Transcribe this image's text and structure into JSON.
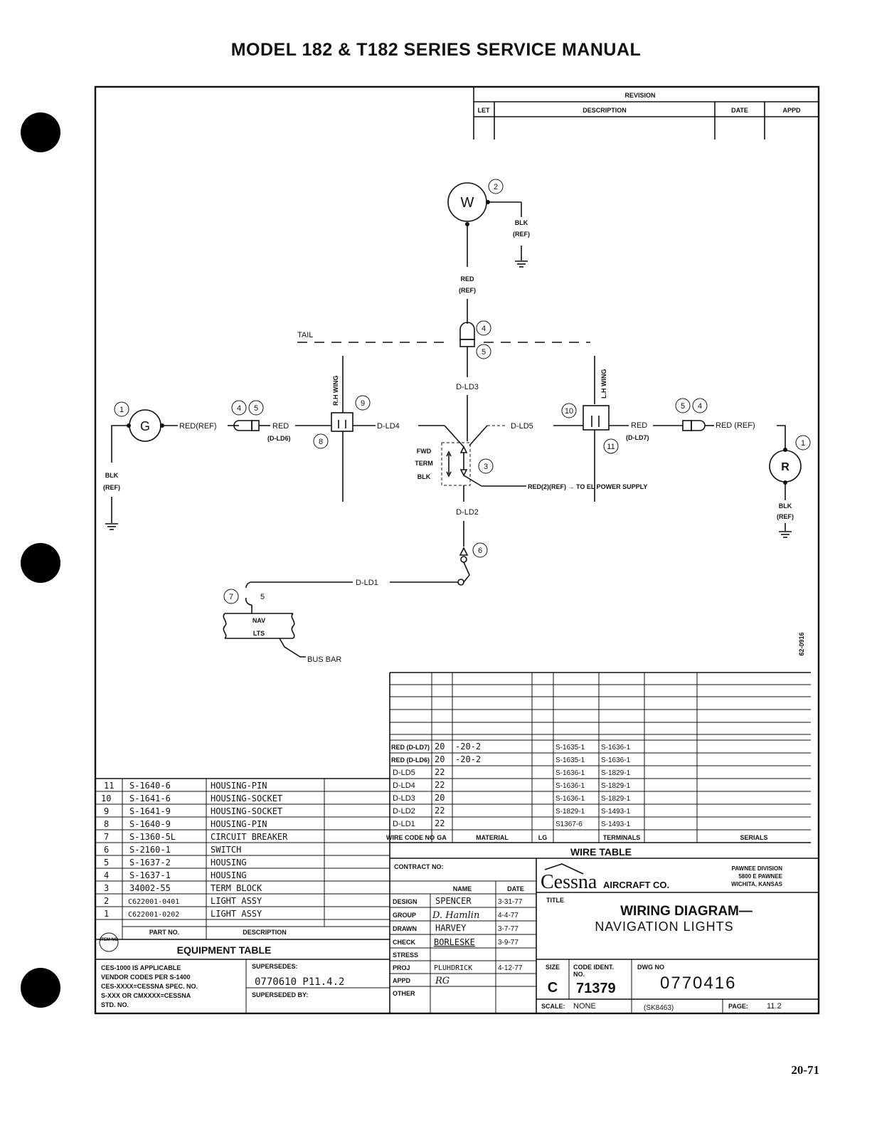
{
  "header": {
    "title": "MODEL 182 & T182 SERIES SERVICE MANUAL"
  },
  "footer": {
    "page_number": "20-71"
  },
  "revision_block": {
    "title": "REVISION",
    "columns": [
      "LET",
      "DESCRIPTION",
      "DATE",
      "APPD"
    ]
  },
  "diagram": {
    "components": {
      "white_light": "W",
      "green_light": "G",
      "red_light": "R",
      "item_numbers": [
        "2",
        "4",
        "5",
        "1",
        "4",
        "5",
        "8",
        "9",
        "10",
        "11",
        "5",
        "4",
        "1",
        "3",
        "6",
        "7"
      ]
    },
    "labels": {
      "tail": "TAIL",
      "rh_wing": "R.H WING",
      "lh_wing": "L.H WING",
      "blk_ref_w": "BLK",
      "blk_ref_w2": "(REF)",
      "red_ref_w": "RED",
      "red_ref_w2": "(REF)",
      "d_ld3": "D-LD3",
      "d_ld4": "D-LD4",
      "d_ld5": "D-LD5",
      "d_ld2": "D-LD2",
      "d_ld1": "D-LD1",
      "red_ref_g": "RED(REF)",
      "red_dld6": "RED",
      "red_dld6b": "(D-LD6)",
      "red_dld7": "RED",
      "red_dld7b": "(D-LD7)",
      "red_ref_r": "RED (REF)",
      "blk_ref_g": "BLK",
      "blk_ref_g2": "(REF)",
      "blk_ref_r": "BLK",
      "blk_ref_r2": "(REF)",
      "fwd": "FWD",
      "term": "TERM",
      "blk": "BLK",
      "el_power": "RED(2)(REF)  →  TO EL POWER SUPPLY",
      "cb_rating": "5",
      "nav": "NAV",
      "lts": "LTS",
      "bus_bar": "BUS BAR",
      "sheet_code": "62-0916"
    }
  },
  "wire_table": {
    "title": "WIRE TABLE",
    "columns": [
      "WIRE CODE NO",
      "GA",
      "MATERIAL",
      "LG",
      "TERMINALS",
      "SERIALS"
    ],
    "rows": [
      {
        "code": "RED (D-LD7)",
        "ga": "20",
        "material": "-20-2",
        "t1": "S-1635-1",
        "t2": "S-1636-1"
      },
      {
        "code": "RED (D-LD6)",
        "ga": "20",
        "material": "-20-2",
        "t1": "S-1635-1",
        "t2": "S-1636-1"
      },
      {
        "code": "D-LD5",
        "ga": "22",
        "material": "",
        "t1": "S-1636-1",
        "t2": "S-1829-1"
      },
      {
        "code": "D-LD4",
        "ga": "22",
        "material": "",
        "t1": "S-1636-1",
        "t2": "S-1829-1"
      },
      {
        "code": "D-LD3",
        "ga": "20",
        "material": "",
        "t1": "S-1636-1",
        "t2": "S-1829-1"
      },
      {
        "code": "D-LD2",
        "ga": "22",
        "material": "",
        "t1": "S-1829-1",
        "t2": "S-1493-1"
      },
      {
        "code": "D-LD1",
        "ga": "22",
        "material": "",
        "t1": "S1367-6",
        "t2": "S-1493-1"
      }
    ]
  },
  "equipment_table": {
    "title": "EQUIPMENT TABLE",
    "columns": [
      "ITEM NO",
      "PART NO.",
      "DESCRIPTION"
    ],
    "rows": [
      {
        "item": "11",
        "part": "S-1640-6",
        "desc": "HOUSING-PIN"
      },
      {
        "item": "10",
        "part": "S-1641-6",
        "desc": "HOUSING-SOCKET"
      },
      {
        "item": "9",
        "part": "S-1641-9",
        "desc": "HOUSING-SOCKET"
      },
      {
        "item": "8",
        "part": "S-1640-9",
        "desc": "HOUSING-PIN"
      },
      {
        "item": "7",
        "part": "S-1360-5L",
        "desc": "CIRCUIT BREAKER"
      },
      {
        "item": "6",
        "part": "S-2160-1",
        "desc": "SWITCH"
      },
      {
        "item": "5",
        "part": "S-1637-2",
        "desc": "HOUSING"
      },
      {
        "item": "4",
        "part": "S-1637-1",
        "desc": "HOUSING"
      },
      {
        "item": "3",
        "part": "34002-55",
        "desc": "TERM BLOCK"
      },
      {
        "item": "2",
        "part": "C622001-0401",
        "desc": "LIGHT ASSY"
      },
      {
        "item": "1",
        "part": "C622001-0202",
        "desc": "LIGHT ASSY"
      }
    ]
  },
  "notes": {
    "vendor": [
      "CES-1000 IS APPLICABLE",
      "VENDOR CODES PER S-1400",
      "CES-XXXX=CESSNA SPEC. NO.",
      "S-XXX OR CMXXXX=CESSNA",
      "STD. NO."
    ],
    "supersedes_label": "SUPERSEDES:",
    "supersedes_value": "0770610 P11.4.2",
    "superseded_by_label": "SUPERSEDED BY:"
  },
  "approvals": {
    "contract_label": "CONTRACT NO:",
    "name_header": "NAME",
    "date_header": "DATE",
    "rows": [
      {
        "role": "DESIGN",
        "name": "SPENCER",
        "date": "3-31-77"
      },
      {
        "role": "GROUP",
        "name": "D. Hamlin",
        "date": "4-4-77"
      },
      {
        "role": "DRAWN",
        "name": "HARVEY",
        "date": "3-7-77"
      },
      {
        "role": "CHECK",
        "name": "BORLESKE",
        "date": "3-9-77"
      },
      {
        "role": "STRESS",
        "name": "",
        "date": ""
      },
      {
        "role": "PROJ",
        "name": "PLUHDRICK",
        "date": "4-12-77"
      },
      {
        "role": "APPD",
        "name": "RG",
        "date": ""
      },
      {
        "role": "OTHER",
        "name": "",
        "date": ""
      }
    ]
  },
  "title_block": {
    "company": "Cessna",
    "company_suffix": "AIRCRAFT CO.",
    "division": [
      "PAWNEE DIVISION",
      "5800 E PAWNEE",
      "WICHITA, KANSAS"
    ],
    "title_label": "TITLE",
    "title_line1": "WIRING DIAGRAM—",
    "title_line2": "NAVIGATION LIGHTS",
    "size_label": "SIZE",
    "size": "C",
    "code_ident_label": "CODE IDENT.",
    "code_ident_label2": "NO.",
    "code_ident": "71379",
    "dwg_no_label": "DWG NO",
    "dwg_no": "0770416",
    "scale_label": "SCALE:",
    "scale": "NONE",
    "ref": "(SK8463)",
    "page_label": "PAGE:",
    "page": "11.2"
  }
}
